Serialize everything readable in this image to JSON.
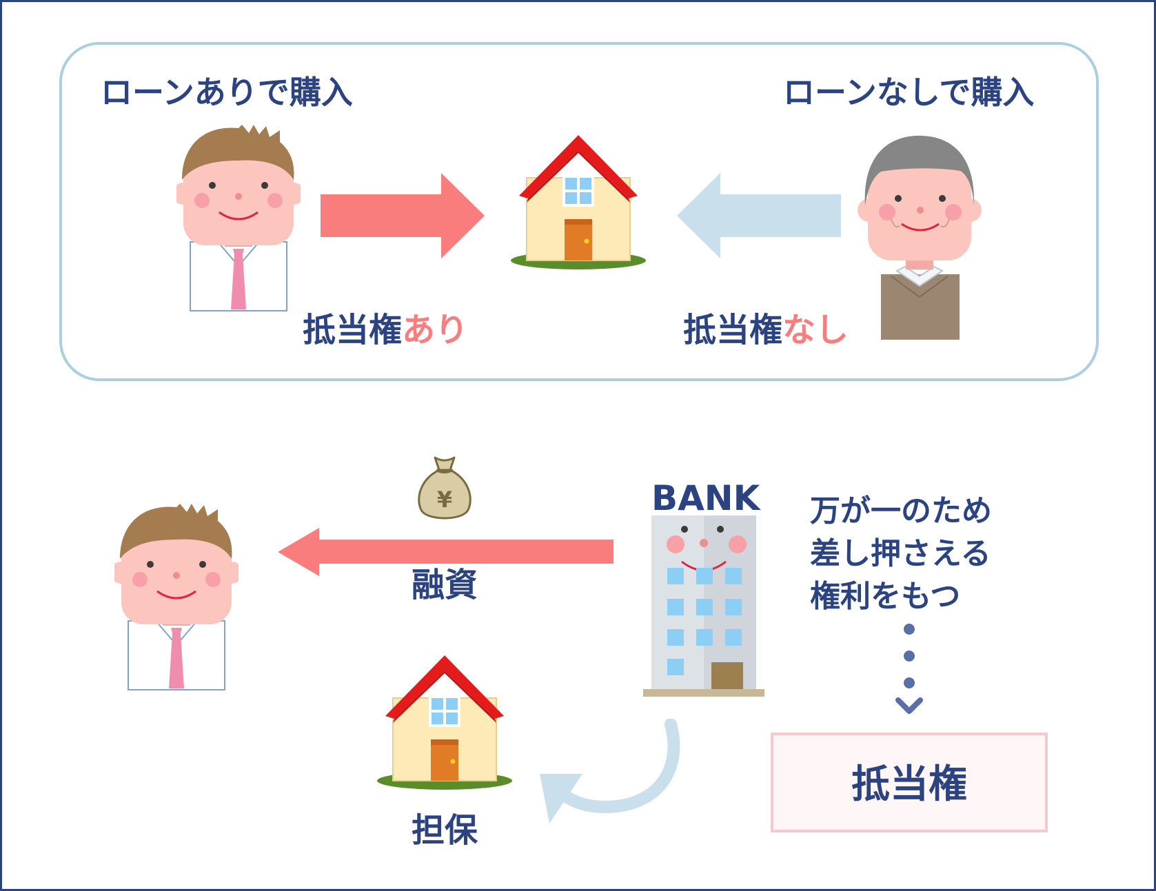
{
  "top": {
    "with_loan_title": "ローンありで購入",
    "without_loan_title": "ローンなしで購入",
    "with_lien": {
      "prefix": "抵当権",
      "emphasis": "あり"
    },
    "without_lien": {
      "prefix": "抵当権",
      "emphasis": "なし"
    }
  },
  "bottom": {
    "bank_sign": "BANK",
    "yen_symbol": "¥",
    "financing_label": "融資",
    "collateral_label": "担保",
    "explanation_lines": [
      "万が一のため",
      "差し押さえる",
      "権利をもつ"
    ],
    "lien_box_label": "抵当権"
  },
  "colors": {
    "navy": "#2b4380",
    "pink_accent": "#fa7d7d",
    "light_blue": "#c9e0ec",
    "box_border": "#a9cfe0",
    "lien_box_border": "#f7c9cc",
    "roof_red": "#e31b1b"
  }
}
